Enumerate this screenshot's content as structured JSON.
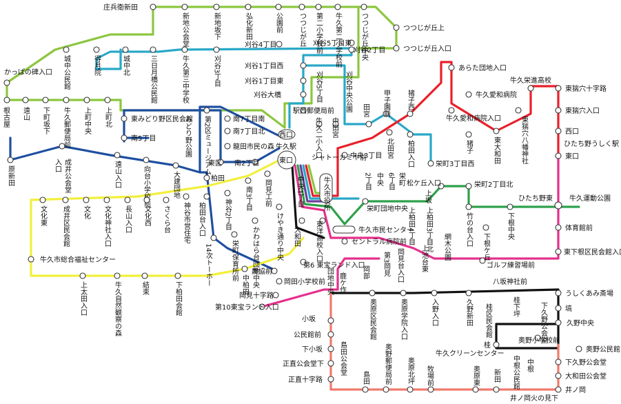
{
  "line_colors": {
    "green_light": "#8cc63f",
    "cyan": "#29a8c8",
    "navy": "#1e4fa0",
    "yellow": "#f2ef3b",
    "red": "#e8202a",
    "green": "#2ea04a",
    "magenta": "#e5308c",
    "black": "#111111",
    "salmon": "#ef7a6c",
    "purple": "#6a3f9c"
  },
  "hubs": {
    "nishiguchi": "西口",
    "ushiku_eki": "牛久駅",
    "higashiguchi": "東口",
    "shiyakusho": "牛久市役所"
  },
  "stations": {
    "s1": "庄兵衛新田",
    "s2": "新地公会堂",
    "s3": "新地坂下",
    "s4": "弘化新田",
    "s5": "公園前",
    "s6": "つつじが丘",
    "s7": "第二小学校前",
    "s8": "牛久第二小学校前",
    "s9": "つつじが丘中央",
    "s10": "つつじが丘上",
    "s11": "つつじが丘入口",
    "s12": "刈谷4丁目",
    "s13": "刈谷5丁目東",
    "s14": "刈谷2丁目",
    "s15": "かっぱの碑入口",
    "s16": "城中公民館",
    "s17": "得月院",
    "s18": "城中北",
    "s19": "三日月橋公民館",
    "s20": "牛久第三中学校",
    "s21": "刈谷3丁目",
    "s22": "刈谷1丁目西",
    "s23": "刈谷1丁目東",
    "s24": "刈谷5丁目",
    "s25": "刈谷中央公園",
    "s26": "刈谷大橋",
    "s27": "駅西郵便局前",
    "s28": "あらた団地入口",
    "s29": "牛久愛和病院",
    "s30": "牛久愛和病院入口",
    "s31": "猪子",
    "s32": "東大和田",
    "s33": "牛久栄進高校",
    "s34": "東猯穴八幡神社",
    "s35": "東猯穴十字路",
    "s36": "東猯穴入口",
    "s37": "西口",
    "s38": "ひたち野うしく駅",
    "s39": "東口",
    "s40": "甲子園前",
    "s41": "猪子西",
    "s42": "田宮",
    "s43": "北田宮",
    "s44": "柏田入口",
    "s45": "栄町3丁目西",
    "s46": "中田宮",
    "s47": "牛久二小入口",
    "s48": "中央3丁目",
    "s49": "シャトーカミヤ前",
    "s50": "根古屋",
    "s51": "遠山",
    "s52": "下町坂下",
    "s53": "牛久郵便局前",
    "s54": "上町中央",
    "s55": "上町北",
    "s56": "みどり野公園",
    "s57": "第2区ミュージアム",
    "s58": "東みどり野区民会館",
    "s59": "南5丁目",
    "s60": "南7丁目南",
    "s61": "南7丁目北",
    "s62": "龍田市民の森",
    "s63": "南2丁目",
    "s64": "東区",
    "s65": "原新田",
    "s66": "成井公会堂",
    "s67": "入口",
    "s68": "遠山入口",
    "s69": "向台小学校前",
    "s70": "大建団地",
    "s71": "柏田",
    "s72": "文化東",
    "s73": "成井区民会館",
    "s74": "文化",
    "s75": "文化神社入口",
    "s76": "長山入口",
    "s77": "文化西",
    "s78": "さくら台",
    "s79": "神谷市営住宅",
    "s80": "柏田台入口",
    "s81": "神谷2丁目",
    "s82": "南3丁目",
    "s83": "岡見工前",
    "s84": "牛久市総合福祉センター",
    "s85": "上太田入口",
    "s86": "牛久自然観察の森",
    "s87": "結束",
    "s88": "下柏田会館",
    "s89": "14次トーホー",
    "s90": "栄町保育所前",
    "s91": "かわはら台団地中央",
    "s92": "けやき通り中央",
    "s93": "大和田",
    "s94": "東洋高校入口",
    "s95": "牛久市民センター",
    "s96": "セントラル病院前",
    "s97": "中柏田",
    "s98": "農協前",
    "s99": "岡田小学校前",
    "s100": "岡見十字路",
    "s101": "第6 東宝ランド入口",
    "s102": "第10東宝ランド入口",
    "s103": "岡部",
    "s104": "岡見台入口",
    "s105": "第3岡見",
    "s106": "上池台東",
    "s107": "網木公園",
    "s108": "ゴルフ練習場前",
    "s109": "東下根区民会館入口",
    "s110": "体育館前",
    "s111": "牛久運動公園",
    "s112": "ひたち野東",
    "s113": "下根中央",
    "s114": "下根ケ丘",
    "s115": "竹の台入口",
    "s116": "上柏田4丁目",
    "s117": "上柏田3丁目北",
    "s118": "松ケ丘入口",
    "s119": "栄町2丁目北",
    "s120": "栄町団地中央",
    "s121": "2丁目",
    "s122": "中央",
    "s123": "6丁目",
    "s124": "栄町",
    "s125": "八坂神社前",
    "s126": "うしくあみ斎場",
    "s127": "塙",
    "s128": "久野中央",
    "s129": "下久野公会堂",
    "s130": "桂下坪",
    "s131": "桂区民会館",
    "s132": "桂",
    "s133": "奥野小学校前",
    "s134": "奥野公民館",
    "s135": "下久野公会堂",
    "s136": "大和田公会堂",
    "s137": "井ノ岡",
    "s138": "井ノ岡火の見下",
    "s139": "中根",
    "s140": "小坂",
    "s141": "公民館前",
    "s142": "下小坂",
    "s143": "正直公会堂下",
    "s144": "正直十字路",
    "s145": "島田公会堂",
    "s146": "島田",
    "s147": "奥野郵便局前",
    "s148": "奥原北坪",
    "s149": "牛久クリーンセンター",
    "s150": "牧場前",
    "s151": "奥原東",
    "s152": "新田",
    "s153": "中根公民館",
    "s154": "奥原区民会館",
    "s155": "奥原学院入口",
    "s156": "入野入口",
    "s157": "久野新田",
    "s158": "団地中央",
    "s159": "鹿ケ作",
    "s160": "上坂",
    "s161": "中央1丁目"
  }
}
